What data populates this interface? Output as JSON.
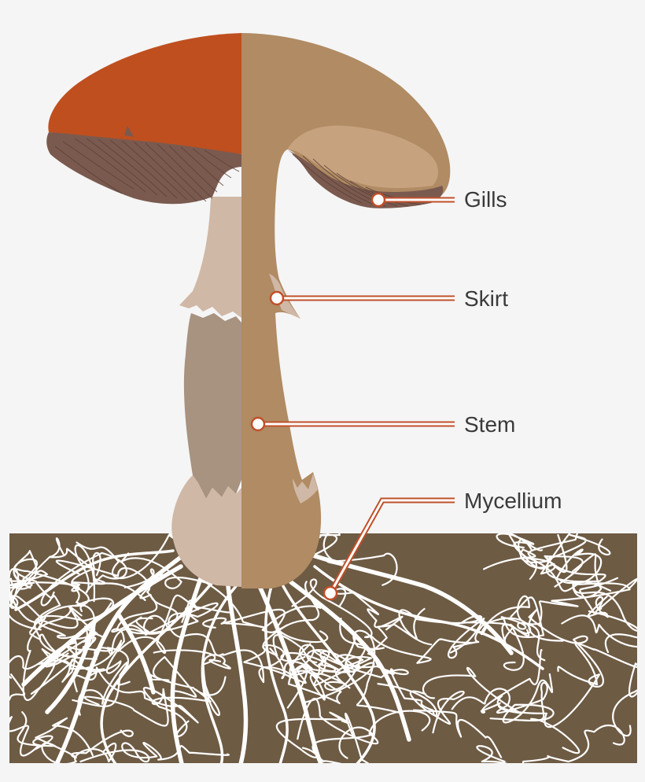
{
  "diagram": {
    "labels": {
      "gills": "Gills",
      "skirt": "Skirt",
      "stem": "Stem",
      "mycelium": "Mycellium"
    },
    "colors": {
      "background": "#f5f5f5",
      "cap_exterior": "#bf4f1f",
      "cap_section": "#b08b63",
      "gill_interior": "#c7a27e",
      "gills": "#7a5a4f",
      "stem_exterior": "#d0b8a6",
      "stem_lower_exterior": "#a89280",
      "stem_section": "#b08b63",
      "soil": "#6e5b44",
      "mycelium": "#ffffff",
      "callout_line": "#c0502a"
    }
  }
}
